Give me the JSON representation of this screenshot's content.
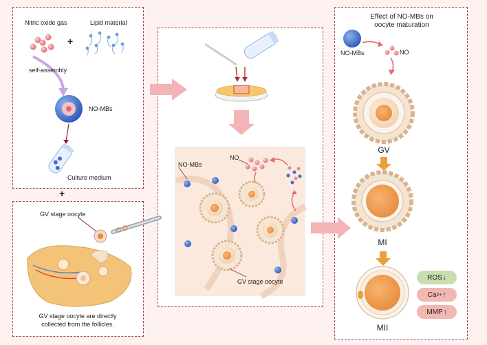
{
  "panel_a": {
    "gas_label": "Nitric oxide gas",
    "lipid_label": "Lipid material",
    "plus": "+",
    "self_assembly": "self-assembly",
    "nomb_label": "NO-MBs",
    "culture_label": "Culture medium"
  },
  "between_plus": "+",
  "panel_b": {
    "oocyte_label": "GV stage oocyte",
    "caption_line1": "GV stage oocyte are directly",
    "caption_line2": "collected from the follicles."
  },
  "panel_c": {
    "nomb_label": "NO-MBs",
    "no_label": "NO",
    "oocyte_label": "GV stage oocyte"
  },
  "panel_d": {
    "title_line1": "Effect of NO-MBs on",
    "title_line2": "oocyte maturation",
    "nomb_label": "NO-MBs",
    "no_label": "NO",
    "stages": [
      "GV",
      "MI",
      "MII"
    ],
    "markers": [
      {
        "name": "ROS",
        "sup": "",
        "arrow": "↓",
        "color": "#c9ddb0"
      },
      {
        "name": "Ca",
        "sup": "2+",
        "arrow": "↑",
        "color": "#f2b6b3"
      },
      {
        "name": "MMP",
        "sup": "",
        "arrow": "↑",
        "color": "#f2b6b3"
      }
    ]
  },
  "colors": {
    "border": "#a9444a",
    "arrow_pink": "#f4b3b7",
    "arrow_orange": "#e8a03a",
    "bead_blue": "#3f6fd1",
    "no_pink": "#e8898f"
  }
}
